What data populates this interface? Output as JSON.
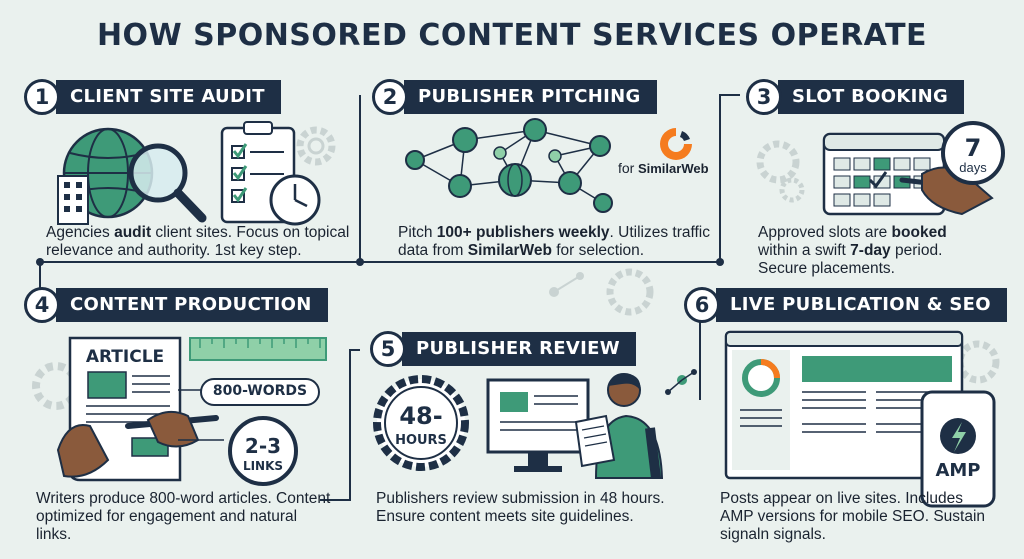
{
  "title": "HOW SPONSORED CONTENT SERVICES OPERATE",
  "steps": [
    {
      "number": "1",
      "label": "CLIENT SITE AUDIT",
      "desc": [
        "Agencies ",
        "audit",
        " client sites. Focus on topical relevance and authority. 1st key step."
      ]
    },
    {
      "number": "2",
      "label": "PUBLISHER PITCHING",
      "desc": [
        "Pitch ",
        "100+ publishers weekly",
        ". Utilizes traffic data from ",
        "SimilarWeb",
        " for selection."
      ],
      "brand_prefix": "for",
      "brand": "SimilarWeb"
    },
    {
      "number": "3",
      "label": "SLOT BOOKING",
      "desc": [
        "Approved slots are ",
        "booked",
        " within a swift ",
        "7-day",
        " period. Secure placements."
      ],
      "badge_value": "7",
      "badge_unit": "days"
    },
    {
      "number": "4",
      "label": "CONTENT PRODUCTION",
      "desc": [
        "Writers produce 800-word articles. Content optimized for engagement and natural links."
      ],
      "doc_title": "ARTICLE",
      "words_tag": "800-WORDS",
      "links_value": "2-3",
      "links_unit": "LINKS"
    },
    {
      "number": "5",
      "label": "PUBLISHER REVIEW",
      "desc": [
        "Publishers review submission in 48 hours. Ensure content meets site guidelines."
      ],
      "badge_value": "48-",
      "badge_unit": "HOURS"
    },
    {
      "number": "6",
      "label": "LIVE PUBLICATION & SEO",
      "desc": [
        "Posts appear on live sites. Includes AMP versions for mobile SEO. Sustain signaln signals."
      ],
      "amp_label": "AMP"
    }
  ],
  "colors": {
    "navy": "#1e2f45",
    "green": "#3e9a78",
    "light_green": "#8fd0a8",
    "background": "#eaf1ee",
    "gear": "#c9d3d2"
  }
}
